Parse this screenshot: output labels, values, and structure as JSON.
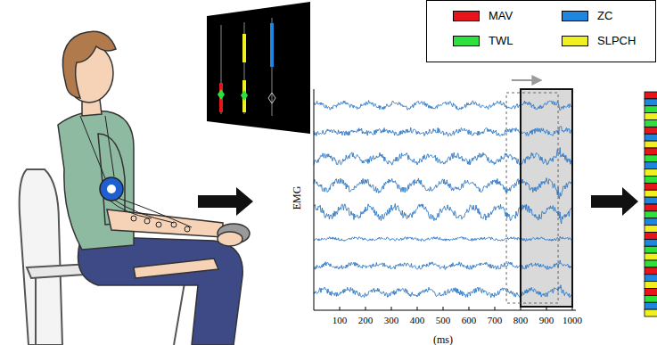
{
  "diagram": {
    "labels": [
      "EMG",
      "100",
      "200",
      "300",
      "400",
      "500",
      "600",
      "700",
      "800",
      "900",
      "1000",
      "(ms)"
    ],
    "legend": [
      {
        "text": "MAV",
        "color": "#e8141c"
      },
      {
        "text": "ZC",
        "color": "#1f86e0"
      },
      {
        "text": "TWL",
        "color": "#2ee03c"
      },
      {
        "text": "SLPCH",
        "color": "#f0f020"
      }
    ]
  }
}
